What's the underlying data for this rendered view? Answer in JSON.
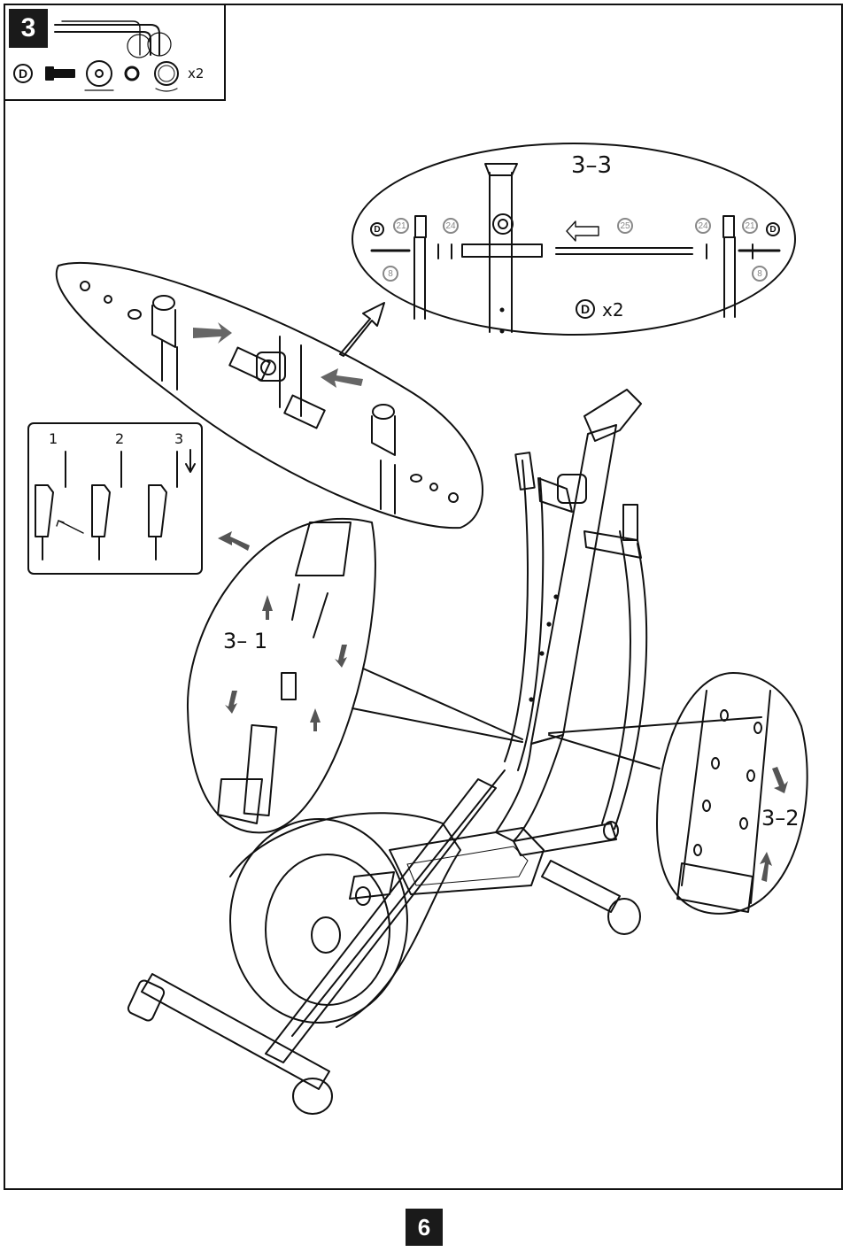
{
  "step": {
    "number": "3"
  },
  "parts": {
    "letter": "D",
    "qty": "x2"
  },
  "detail_33": {
    "title": "3–3",
    "label_d_left": "D",
    "label_d_right": "D",
    "callouts_top": [
      "21",
      "24",
      "25",
      "24",
      "21"
    ],
    "callouts_bottom": [
      "8",
      "8"
    ],
    "qty_letter": "D",
    "qty": "x2"
  },
  "detail_31": {
    "title": "3– 1"
  },
  "detail_32": {
    "title": "3–2"
  },
  "inset": {
    "steps": [
      "1",
      "2",
      "3"
    ]
  },
  "page": {
    "number": "6"
  }
}
